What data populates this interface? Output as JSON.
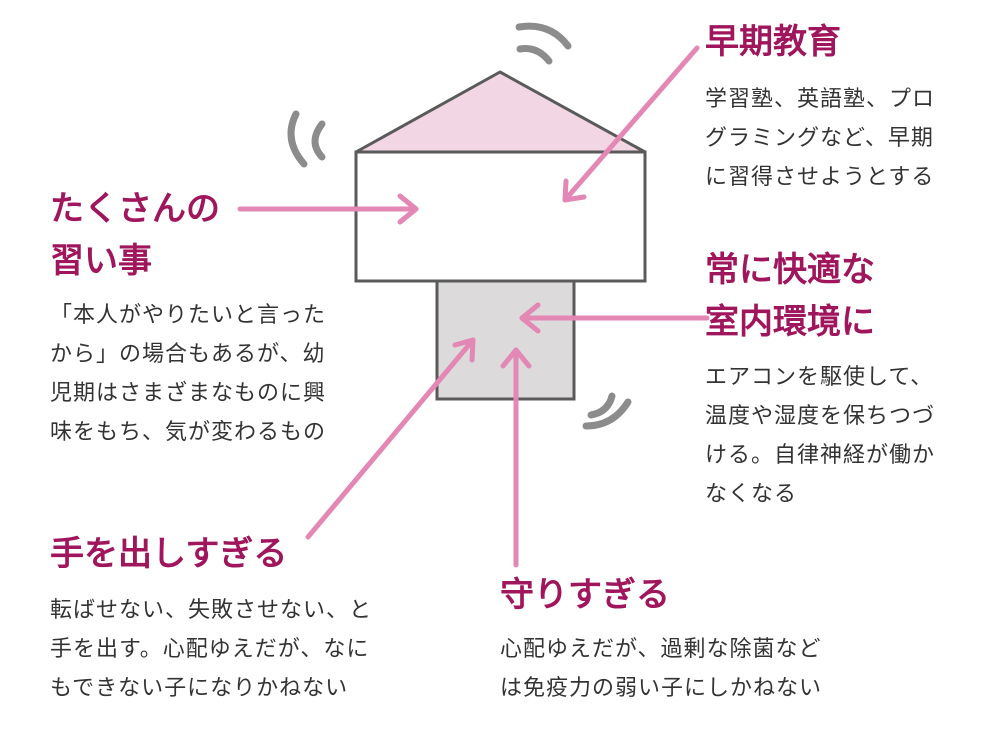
{
  "colors": {
    "heading": "#a0165d",
    "arrow": "#e387b4",
    "roof": "#f3d6e4",
    "stem": "#dcdadb",
    "sketch": "#5a5a5a",
    "shake_marks": "#8c8c8c"
  },
  "labels": [
    {
      "id": "many-lessons",
      "heading": [
        "たくさんの",
        "習い事"
      ],
      "body": [
        "「本人がやりたいと言った",
        "から」の場合もあるが、幼",
        "児期はさまざまなものに興",
        "味をもち、気が変わるもの"
      ]
    },
    {
      "id": "early-education",
      "heading": [
        "早期教育"
      ],
      "body": [
        "学習塾、英語塾、プロ",
        "グラミングなど、早期",
        "に習得させようとする"
      ]
    },
    {
      "id": "comfortable-environment",
      "heading": [
        "常に快適な",
        "室内環境に"
      ],
      "body": [
        "エアコンを駆使して、",
        "温度や湿度を保ちつづ",
        "ける。自律神経が働か",
        "なくなる"
      ]
    },
    {
      "id": "over-helping",
      "heading": [
        "手を出しすぎる"
      ],
      "body": [
        "転ばせない、失敗させない、と",
        "手を出す。心配ゆえだが、なに",
        "もできない子になりかねない"
      ]
    },
    {
      "id": "over-protecting",
      "heading": [
        "守りすぎる"
      ],
      "body": [
        "心配ゆえだが、過剰な除菌など",
        "は免疫力の弱い子にしかねない"
      ]
    }
  ]
}
